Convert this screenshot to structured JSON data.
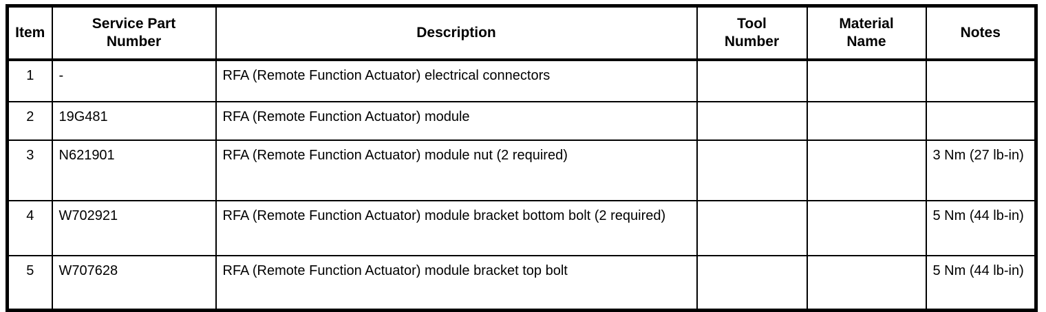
{
  "table": {
    "name": "service-parts-table",
    "columns": [
      {
        "key": "item",
        "label": "Item"
      },
      {
        "key": "part",
        "label": "Service Part Number"
      },
      {
        "key": "desc",
        "label": "Description"
      },
      {
        "key": "tool",
        "label": "Tool Number"
      },
      {
        "key": "material",
        "label": "Material Name"
      },
      {
        "key": "notes",
        "label": "Notes"
      }
    ],
    "header_labels": {
      "item": "Item",
      "part_line1": "Service Part",
      "part_line2": "Number",
      "description": "Description",
      "tool_line1": "Tool",
      "tool_line2": "Number",
      "material_line1": "Material",
      "material_line2": "Name",
      "notes": "Notes"
    },
    "rows": [
      {
        "item": "1",
        "part": "-",
        "desc": "RFA (Remote Function Actuator) electrical connectors",
        "tool": "",
        "material": "",
        "notes": ""
      },
      {
        "item": "2",
        "part": "19G481",
        "desc": "RFA (Remote Function Actuator) module",
        "tool": "",
        "material": "",
        "notes": ""
      },
      {
        "item": "3",
        "part": "N621901",
        "desc": "RFA (Remote Function Actuator) module nut (2 required)",
        "tool": "",
        "material": "",
        "notes": "3 Nm (27 lb-in)"
      },
      {
        "item": "4",
        "part": "W702921",
        "desc": "RFA (Remote Function Actuator) module bracket bottom bolt (2 required)",
        "tool": "",
        "material": "",
        "notes": "5 Nm (44 lb-in)"
      },
      {
        "item": "5",
        "part": "W707628",
        "desc": "RFA (Remote Function Actuator) module bracket top bolt",
        "tool": "",
        "material": "",
        "notes": "5 Nm (44 lb-in)"
      }
    ]
  },
  "colors": {
    "background": "#ffffff",
    "text": "#000000",
    "border": "#000000"
  }
}
